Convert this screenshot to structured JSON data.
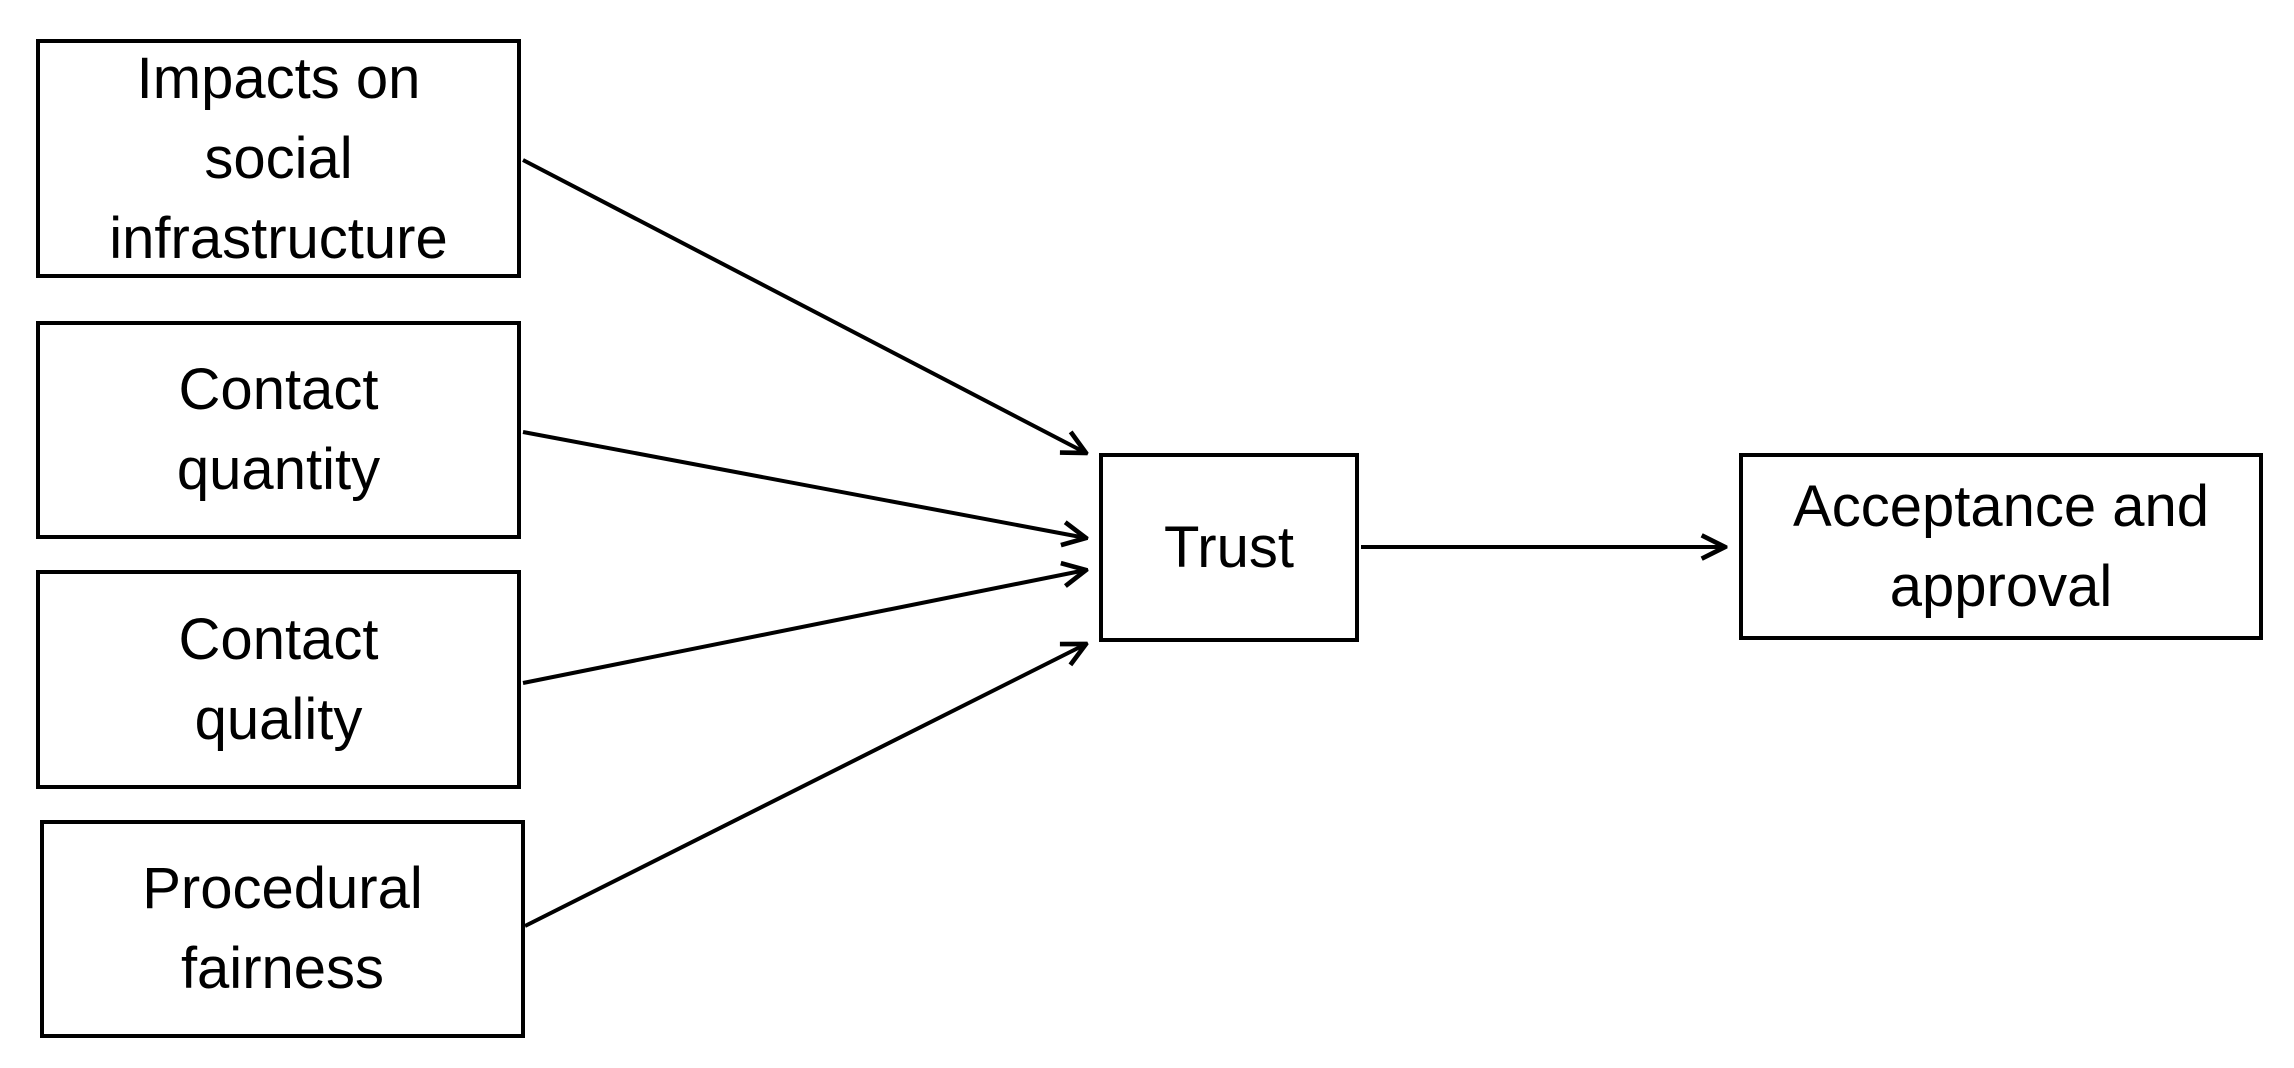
{
  "diagram": {
    "nodes": {
      "impacts": "Impacts on\nsocial\ninfrastructure",
      "quantity": "Contact\nquantity",
      "quality": "Contact\nquality",
      "fairness": "Procedural\nfairness",
      "trust": "Trust",
      "acceptance": "Acceptance and\napproval"
    },
    "edges": [
      {
        "from": "impacts",
        "to": "trust"
      },
      {
        "from": "quantity",
        "to": "trust"
      },
      {
        "from": "quality",
        "to": "trust"
      },
      {
        "from": "fairness",
        "to": "trust"
      },
      {
        "from": "trust",
        "to": "acceptance"
      }
    ],
    "colors": {
      "stroke": "#000000",
      "background": "#ffffff"
    }
  }
}
